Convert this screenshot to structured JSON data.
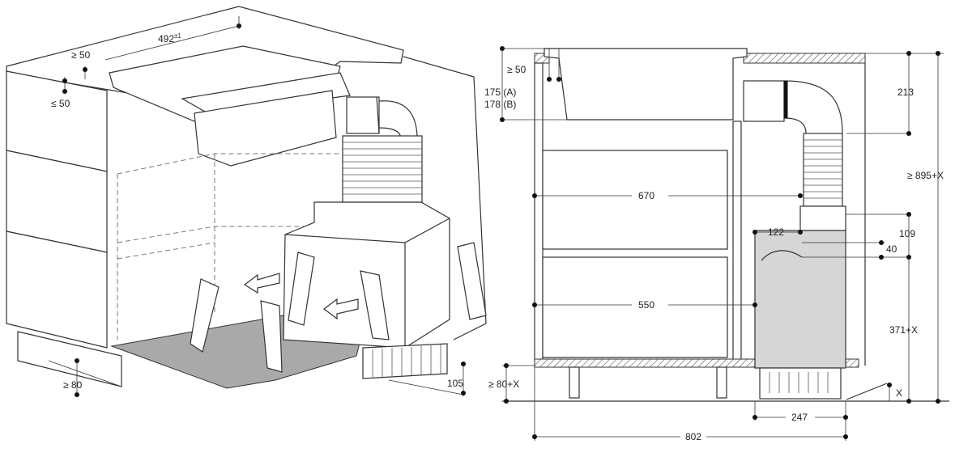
{
  "perspective_view": {
    "labels": {
      "width_492": "492",
      "width_492_sup": "±1",
      "gap_ge50": "≥ 50",
      "gap_le50": "≤ 50",
      "plinth_ge80": "≥ 80",
      "depth_105": "105"
    }
  },
  "section_view": {
    "labels": {
      "top_ge50": "≥ 50",
      "height_a": "175 (A)",
      "height_b": "178 (B)",
      "depth_670": "670",
      "depth_550": "550",
      "offset_122": "122",
      "dim_213": "213",
      "dim_895x": "≥ 895+X",
      "dim_109": "109",
      "dim_40": "40",
      "dim_371x": "371+X",
      "plinth_80x": "≥ 80+X",
      "dim_x": "X",
      "width_247": "247",
      "width_802": "802"
    }
  },
  "colors": {
    "module_fill": "#d6d6d6",
    "floor_fill": "#a9a9a9",
    "line": "#333333"
  }
}
